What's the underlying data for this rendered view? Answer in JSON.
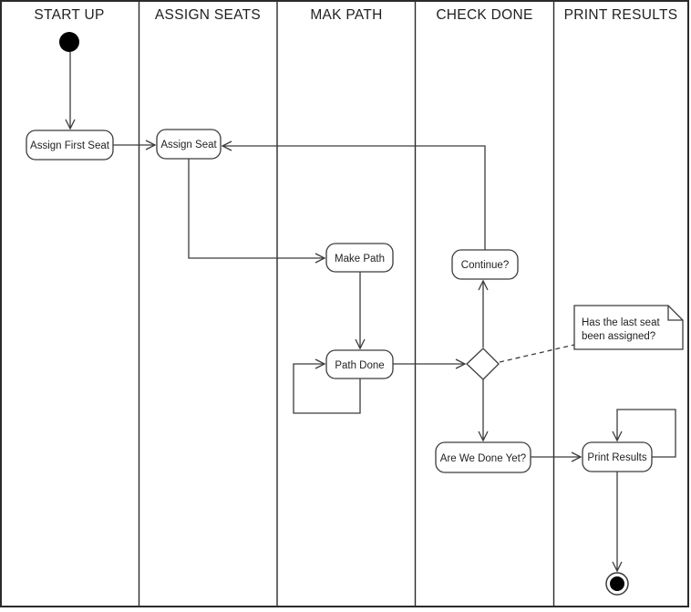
{
  "diagram_type": "uml-activity-swimlane",
  "lanes": [
    {
      "label": "START UP"
    },
    {
      "label": "ASSIGN SEATS"
    },
    {
      "label": "MAK PATH"
    },
    {
      "label": "CHECK DONE"
    },
    {
      "label": "PRINT RESULTS"
    }
  ],
  "nodes": {
    "initial_node": {
      "type": "initial",
      "lane": "START UP"
    },
    "assign_first_seat": {
      "label": "Assign First Seat",
      "lane": "START UP"
    },
    "assign_seat": {
      "label": "Assign Seat",
      "lane": "ASSIGN SEATS"
    },
    "make_path": {
      "label": "Make Path",
      "lane": "MAK PATH"
    },
    "path_done": {
      "label": "Path Done",
      "lane": "MAK PATH"
    },
    "continue_q": {
      "label": "Continue?",
      "lane": "CHECK DONE"
    },
    "decision": {
      "type": "decision",
      "lane": "CHECK DONE"
    },
    "are_we_done_yet": {
      "label": "Are We Done Yet?",
      "lane": "CHECK DONE"
    },
    "print_results": {
      "label": "Print Results",
      "lane": "PRINT RESULTS"
    },
    "final_node": {
      "type": "final",
      "lane": "PRINT RESULTS"
    }
  },
  "note": {
    "lines": [
      "Has the last seat",
      "been assigned?"
    ],
    "attached_to": "decision"
  },
  "edges": [
    {
      "from": "initial_node",
      "to": "assign_first_seat",
      "style": "solid"
    },
    {
      "from": "assign_first_seat",
      "to": "assign_seat",
      "style": "solid"
    },
    {
      "from": "assign_seat",
      "to": "make_path",
      "style": "solid"
    },
    {
      "from": "make_path",
      "to": "path_done",
      "style": "solid"
    },
    {
      "from": "path_done",
      "to": "path_done",
      "style": "solid"
    },
    {
      "from": "path_done",
      "to": "decision",
      "style": "solid"
    },
    {
      "from": "decision",
      "to": "continue_q",
      "style": "solid"
    },
    {
      "from": "continue_q",
      "to": "assign_seat",
      "style": "solid"
    },
    {
      "from": "decision",
      "to": "are_we_done_yet",
      "style": "solid"
    },
    {
      "from": "are_we_done_yet",
      "to": "print_results",
      "style": "solid"
    },
    {
      "from": "print_results",
      "to": "print_results",
      "style": "solid"
    },
    {
      "from": "print_results",
      "to": "final_node",
      "style": "solid"
    },
    {
      "from": "decision",
      "to": "note",
      "style": "dashed"
    }
  ],
  "colors": {
    "line": "#3c3c3c",
    "border": "#2b2b2b",
    "text": "#1f1f1f",
    "node_fill": "#ffffff",
    "background": "#ffffff"
  }
}
